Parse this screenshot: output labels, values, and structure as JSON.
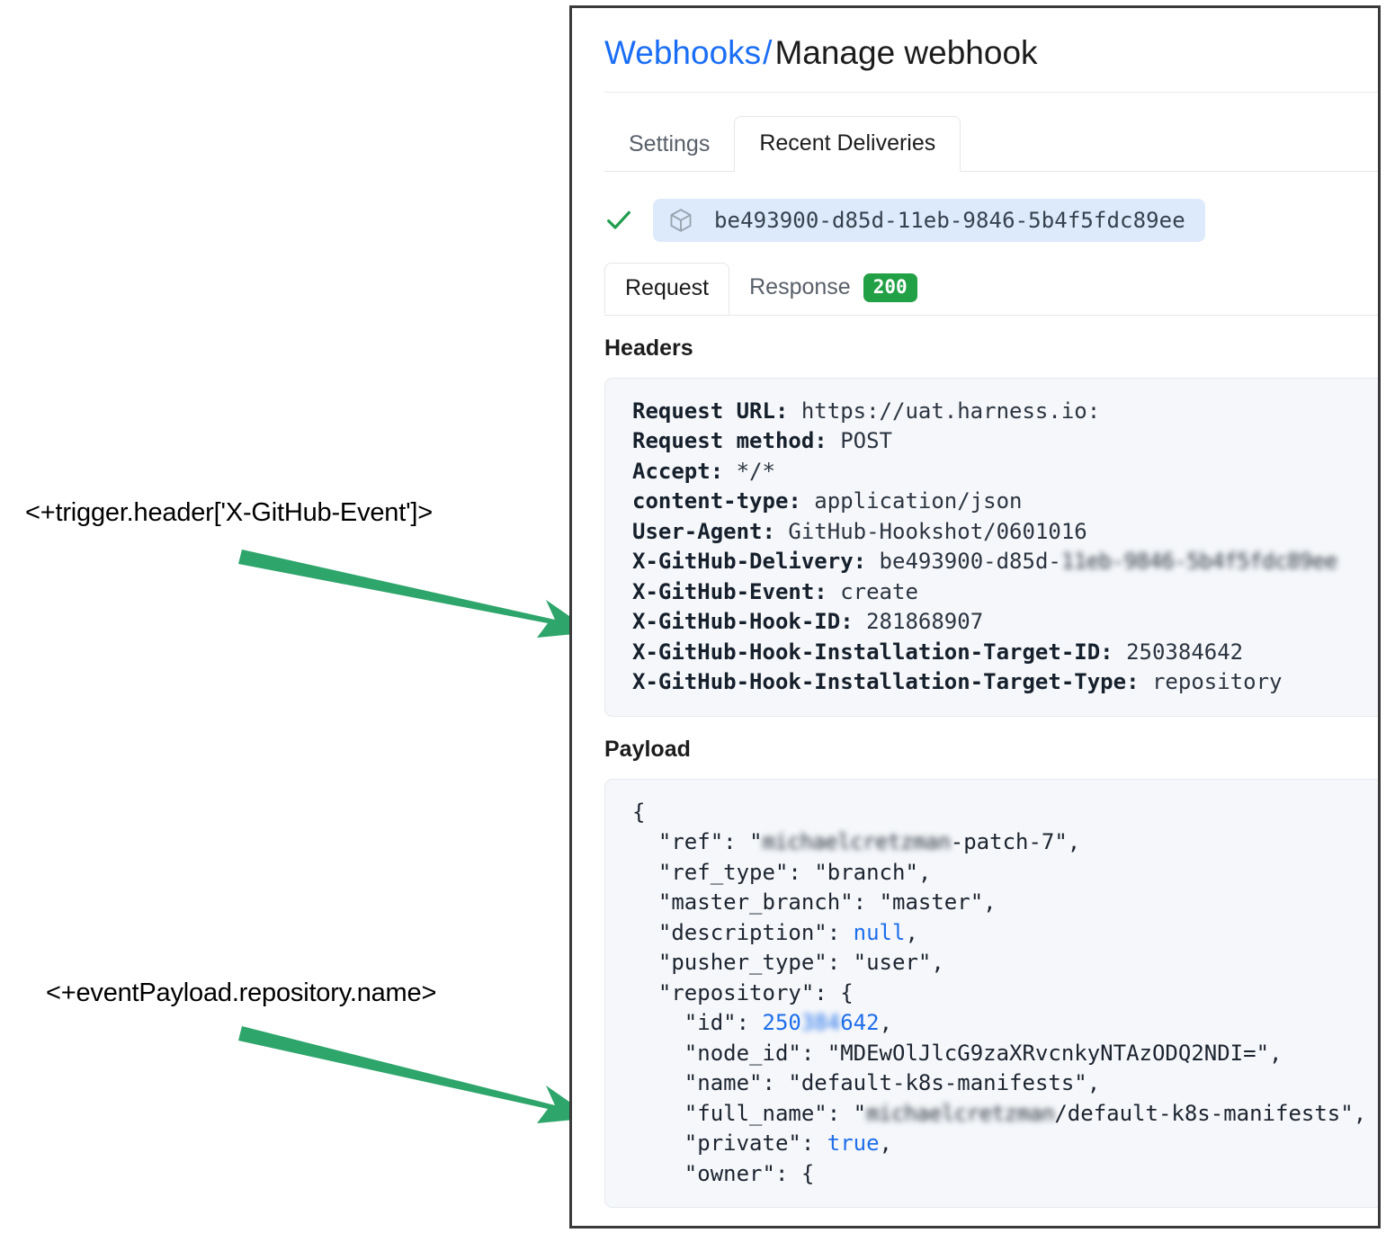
{
  "annotations": [
    {
      "id": "trigger-header-expression",
      "text": "<+trigger.header['X-GitHub-Event']>",
      "arrow_color": "#2ea56b"
    },
    {
      "id": "event-payload-expression",
      "text": "<+eventPayload.repository.name>",
      "arrow_color": "#2ea56b"
    }
  ],
  "panel": {
    "breadcrumb": {
      "link": "Webhooks",
      "separator": "/",
      "current": "Manage webhook"
    },
    "tabs": [
      {
        "label": "Settings",
        "active": false
      },
      {
        "label": "Recent Deliveries",
        "active": true
      }
    ],
    "delivery": {
      "status_icon": "check-icon",
      "package_icon": "cube-icon",
      "id": "be493900-d85d-11eb-9846-5b4f5fdc89ee",
      "chip_color": "#ddeafc",
      "check_color": "#1f9d4d"
    },
    "subtabs": [
      {
        "label": "Request",
        "active": true,
        "badge": null
      },
      {
        "label": "Response",
        "active": false,
        "badge": "200",
        "badge_color": "#22a046"
      }
    ],
    "headers_section": {
      "title": "Headers",
      "lines": [
        {
          "key": "Request URL:",
          "value": "https://uat.harness.io:"
        },
        {
          "key": "Request method:",
          "value": "POST"
        },
        {
          "key": "Accept:",
          "value": "*/*"
        },
        {
          "key": "content-type:",
          "value": "application/json"
        },
        {
          "key": "User-Agent:",
          "value": "GitHub-Hookshot/0601016"
        },
        {
          "key": "X-GitHub-Delivery:",
          "value": "be493900-d85d-",
          "redacted": "11eb-9846-5b4f5fdc89ee"
        },
        {
          "key": "X-GitHub-Event:",
          "value": "create"
        },
        {
          "key": "X-GitHub-Hook-ID:",
          "value": "281868907"
        },
        {
          "key": "X-GitHub-Hook-Installation-Target-ID:",
          "value": "250384642"
        },
        {
          "key": "X-GitHub-Hook-Installation-Target-Type:",
          "value": "repository"
        }
      ]
    },
    "payload_section": {
      "title": "Payload",
      "lines": [
        {
          "indent": 0,
          "text": "{"
        },
        {
          "indent": 1,
          "key": "\"ref\"",
          "prefix": "\"",
          "redacted": "michaelcretzman",
          "suffix": "-patch-7\","
        },
        {
          "indent": 1,
          "key": "\"ref_type\"",
          "value": "\"branch\","
        },
        {
          "indent": 1,
          "key": "\"master_branch\"",
          "value": "\"master\","
        },
        {
          "indent": 1,
          "key": "\"description\"",
          "literal": "null",
          "tail": ","
        },
        {
          "indent": 1,
          "key": "\"pusher_type\"",
          "value": "\"user\","
        },
        {
          "indent": 1,
          "key": "\"repository\"",
          "value": "{"
        },
        {
          "indent": 2,
          "key": "\"id\"",
          "num_prefix": "250",
          "redacted_num": "384",
          "num_suffix": "642",
          "tail": ","
        },
        {
          "indent": 2,
          "key": "\"node_id\"",
          "value": "\"MDEwOlJlcG9zaXRvcnkyNTAzODQ2NDI=\","
        },
        {
          "indent": 2,
          "key": "\"name\"",
          "value": "\"default-k8s-manifests\","
        },
        {
          "indent": 2,
          "key": "\"full_name\"",
          "prefix": "\"",
          "redacted": "michaelcretzman",
          "suffix": "/default-k8s-manifests\","
        },
        {
          "indent": 2,
          "key": "\"private\"",
          "literal": "true",
          "tail": ","
        },
        {
          "indent": 2,
          "key": "\"owner\"",
          "value": "{"
        }
      ]
    }
  }
}
